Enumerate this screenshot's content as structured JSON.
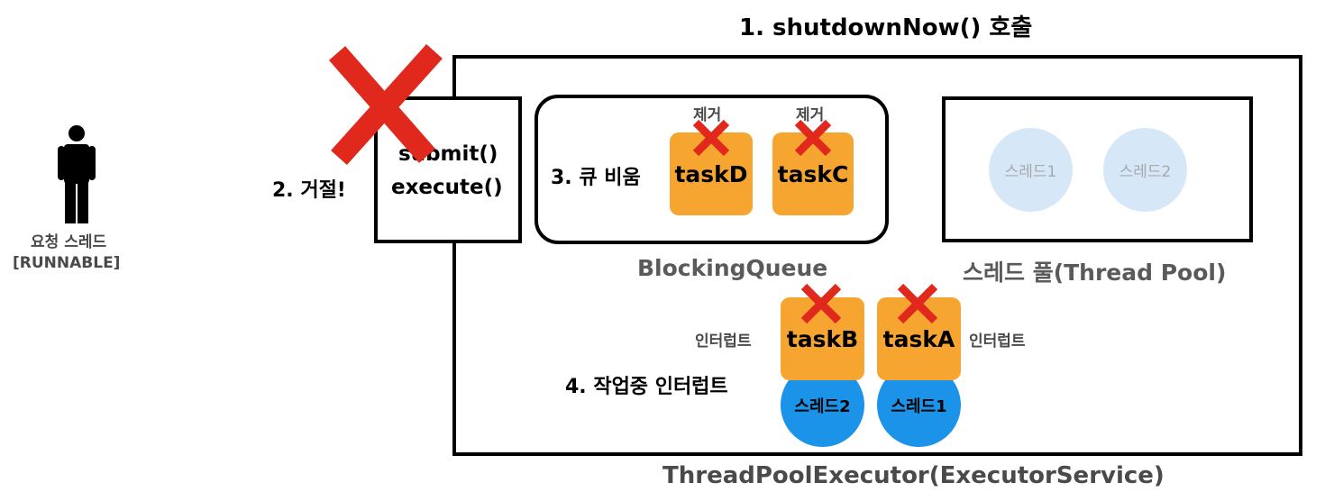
{
  "title": "1. shutdownNow() 호출",
  "requester": {
    "line1": "요청 스레드",
    "line2": "[RUNNABLE]"
  },
  "step2": "2. 거절!",
  "api": {
    "submit": "submit()",
    "execute": "execute()"
  },
  "step3": "3. 큐 비움",
  "queue": {
    "label": "BlockingQueue",
    "tasks": [
      {
        "name": "taskD",
        "note": "제거"
      },
      {
        "name": "taskC",
        "note": "제거"
      }
    ]
  },
  "pool": {
    "label": "스레드 풀(Thread Pool)",
    "threads": [
      "스레드1",
      "스레드2"
    ]
  },
  "step4": "4. 작업중 인터럽트",
  "running": [
    {
      "task": "taskB",
      "thread": "스레드2",
      "note": "인터럽트"
    },
    {
      "task": "taskA",
      "thread": "스레드1",
      "note": "인터럽트"
    }
  ],
  "executor_label": "ThreadPoolExecutor(ExecutorService)",
  "colors": {
    "task": "#f7a531",
    "thread_busy": "#1a93e8",
    "thread_idle": "#d6e8f8",
    "cross": "#e0281d"
  }
}
